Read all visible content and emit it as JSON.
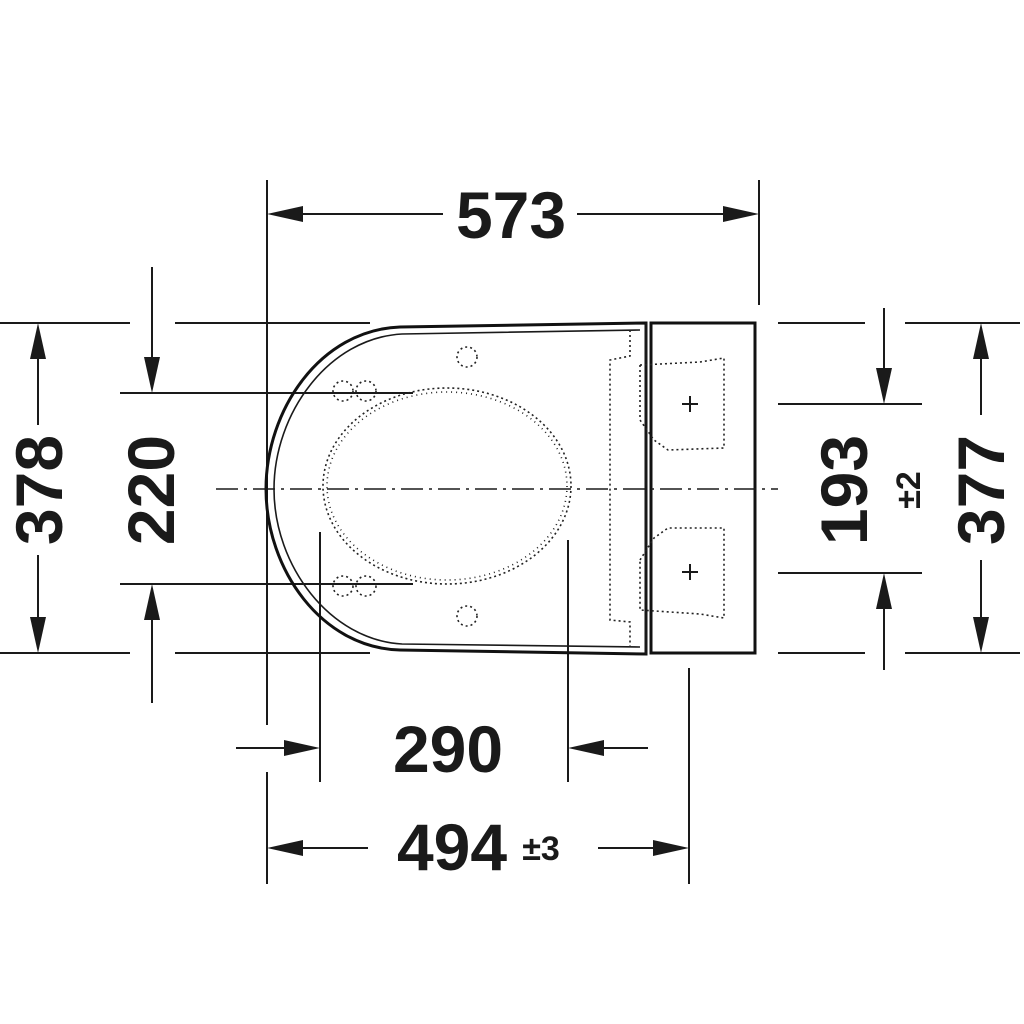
{
  "dimensions": {
    "total_length": "573",
    "total_width": "378",
    "seat_width": "377",
    "fixing_distance_left": "220",
    "fixing_distance_right": "193",
    "fixing_distance_right_tolerance": "±2",
    "fixing_length": "290",
    "projection": "494",
    "projection_tolerance": "±3"
  }
}
